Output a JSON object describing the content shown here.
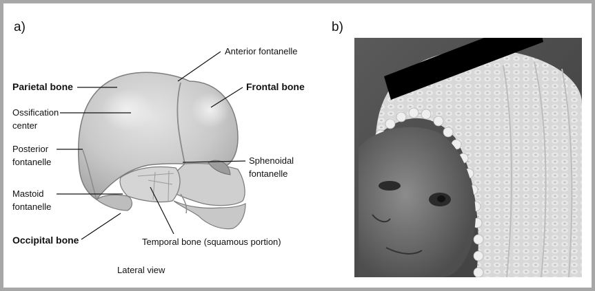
{
  "panel_a": {
    "letter": "a)",
    "labels": {
      "anterior_fontanelle": "Anterior fontanelle",
      "parietal_bone": "Parietal bone",
      "frontal_bone": "Frontal bone",
      "ossification_center_1": "Ossification",
      "ossification_center_2": "center",
      "posterior_fontanelle_1": "Posterior",
      "posterior_fontanelle_2": "fontanelle",
      "sphenoidal_fontanelle_1": "Sphenoidal",
      "sphenoidal_fontanelle_2": "fontanelle",
      "mastoid_fontanelle_1": "Mastoid",
      "mastoid_fontanelle_2": "fontanelle",
      "occipital_bone": "Occipital bone",
      "temporal_bone": "Temporal bone (squamous portion)"
    },
    "caption": "Lateral view"
  },
  "panel_b": {
    "letter": "b)"
  },
  "colors": {
    "frame": "#a7a7a7",
    "skull": "#c9c9c9",
    "redaction_bar": "#000000"
  }
}
